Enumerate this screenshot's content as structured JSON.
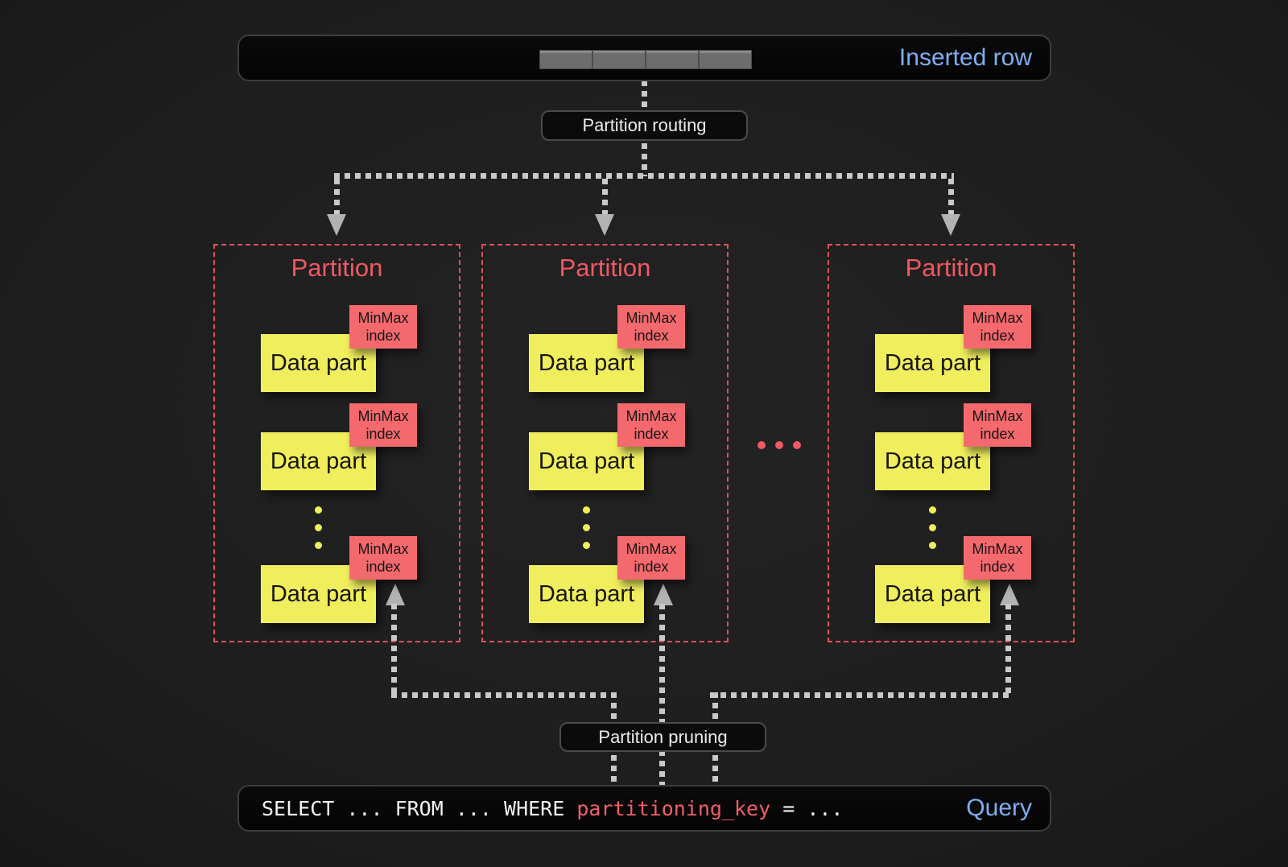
{
  "top_bar": {
    "label": "Inserted row",
    "segment_count": 4
  },
  "routing": {
    "label": "Partition routing"
  },
  "pruning": {
    "label": "Partition pruning"
  },
  "partitions": [
    {
      "title": "Partition",
      "parts": [
        {
          "data": "Data part",
          "index": "MinMax index"
        },
        {
          "data": "Data part",
          "index": "MinMax index"
        },
        {
          "data": "Data part",
          "index": "MinMax index"
        }
      ]
    },
    {
      "title": "Partition",
      "parts": [
        {
          "data": "Data part",
          "index": "MinMax index"
        },
        {
          "data": "Data part",
          "index": "MinMax index"
        },
        {
          "data": "Data part",
          "index": "MinMax index"
        }
      ]
    },
    {
      "title": "Partition",
      "parts": [
        {
          "data": "Data part",
          "index": "MinMax index"
        },
        {
          "data": "Data part",
          "index": "MinMax index"
        },
        {
          "data": "Data part",
          "index": "MinMax index"
        }
      ]
    }
  ],
  "query_bar": {
    "prefix": "SELECT ... FROM ... WHERE ",
    "key": "partitioning_key",
    "suffix": " = ...",
    "label": "Query"
  },
  "colors": {
    "accent_blue": "#7eaff2",
    "partition_red": "#ee5964",
    "minmax_pink": "#f4696e",
    "datapart_yellow": "#f0ee5c",
    "line_gray": "#c9c9c9"
  }
}
